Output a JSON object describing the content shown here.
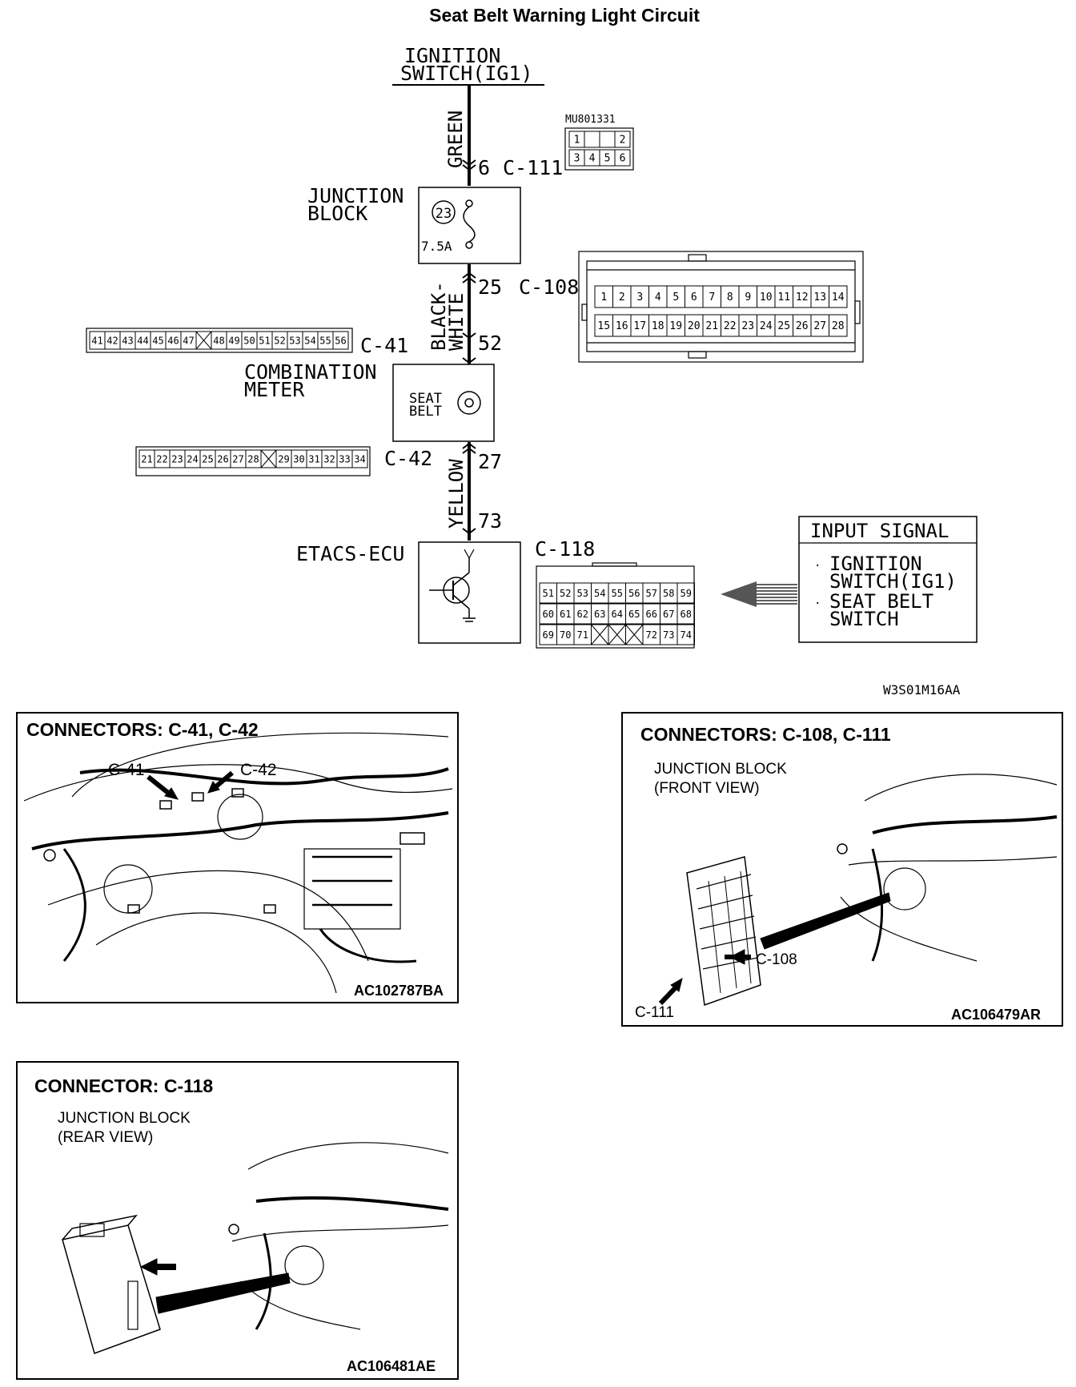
{
  "title": "Seat Belt Warning Light Circuit",
  "circuit": {
    "ignition_label": [
      "IGNITION",
      "SWITCH(IG1)"
    ],
    "wire_green": "GREEN",
    "wire_black_white": [
      "BLACK-",
      "WHITE"
    ],
    "wire_yellow": "YELLOW",
    "junction_block_label": [
      "JUNCTION",
      "BLOCK"
    ],
    "fuse_number": "23",
    "fuse_rating": "7.5A",
    "combination_meter_label": [
      "COMBINATION",
      "METER"
    ],
    "seat_belt_lamp_label": [
      "SEAT",
      "BELT"
    ],
    "etacs_label": "ETACS-ECU",
    "pins": {
      "c111_pin": "6",
      "c111": "C-111",
      "c108_pin": "25",
      "c108": "C-108",
      "c41_pin": "52",
      "c41": "C-41",
      "c42_pin": "27",
      "c42": "C-42",
      "c118_pin": "73",
      "c118": "C-118"
    },
    "connector_part_no": "MU801331",
    "c111_pins": [
      "1",
      "2",
      "3",
      "4",
      "5",
      "6"
    ],
    "c108_pins_top": [
      "1",
      "2",
      "3",
      "4",
      "5",
      "6",
      "7",
      "8",
      "9",
      "10",
      "11",
      "12",
      "13",
      "14"
    ],
    "c108_pins_bottom": [
      "15",
      "16",
      "17",
      "18",
      "19",
      "20",
      "21",
      "22",
      "23",
      "24",
      "25",
      "26",
      "27",
      "28"
    ],
    "c41_pins": [
      "41",
      "42",
      "43",
      "44",
      "45",
      "46",
      "47",
      "",
      "48",
      "49",
      "50",
      "51",
      "52",
      "53",
      "54",
      "55",
      "56"
    ],
    "c42_pins": [
      "21",
      "22",
      "23",
      "24",
      "25",
      "26",
      "27",
      "28",
      "",
      "29",
      "30",
      "31",
      "32",
      "33",
      "34"
    ],
    "c118_row1": [
      "51",
      "52",
      "53",
      "54",
      "55",
      "56",
      "57",
      "58",
      "59"
    ],
    "c118_row2": [
      "60",
      "61",
      "62",
      "63",
      "64",
      "65",
      "66",
      "67",
      "68"
    ],
    "c118_row3": [
      "69",
      "70",
      "71",
      "",
      "",
      "",
      "72",
      "73",
      "74"
    ],
    "input_signal_title": "INPUT SIGNAL",
    "input_signal_items": [
      [
        "IGNITION",
        "SWITCH(IG1)"
      ],
      [
        "SEAT BELT",
        "SWITCH"
      ]
    ],
    "diagram_code": "W3S01M16AA"
  },
  "panels": {
    "c41_c42": {
      "title": "CONNECTORS: C-41, C-42",
      "callouts": [
        "C-41",
        "C-42"
      ],
      "code": "AC102787BA"
    },
    "c108_c111": {
      "title": "CONNECTORS: C-108, C-111",
      "subtitle": [
        "JUNCTION BLOCK",
        "(FRONT VIEW)"
      ],
      "callouts": [
        "C-108",
        "C-111"
      ],
      "code": "AC106479AR"
    },
    "c118": {
      "title": "CONNECTOR: C-118",
      "subtitle": [
        "JUNCTION BLOCK",
        "(REAR VIEW)"
      ],
      "code": "AC106481AE"
    }
  }
}
